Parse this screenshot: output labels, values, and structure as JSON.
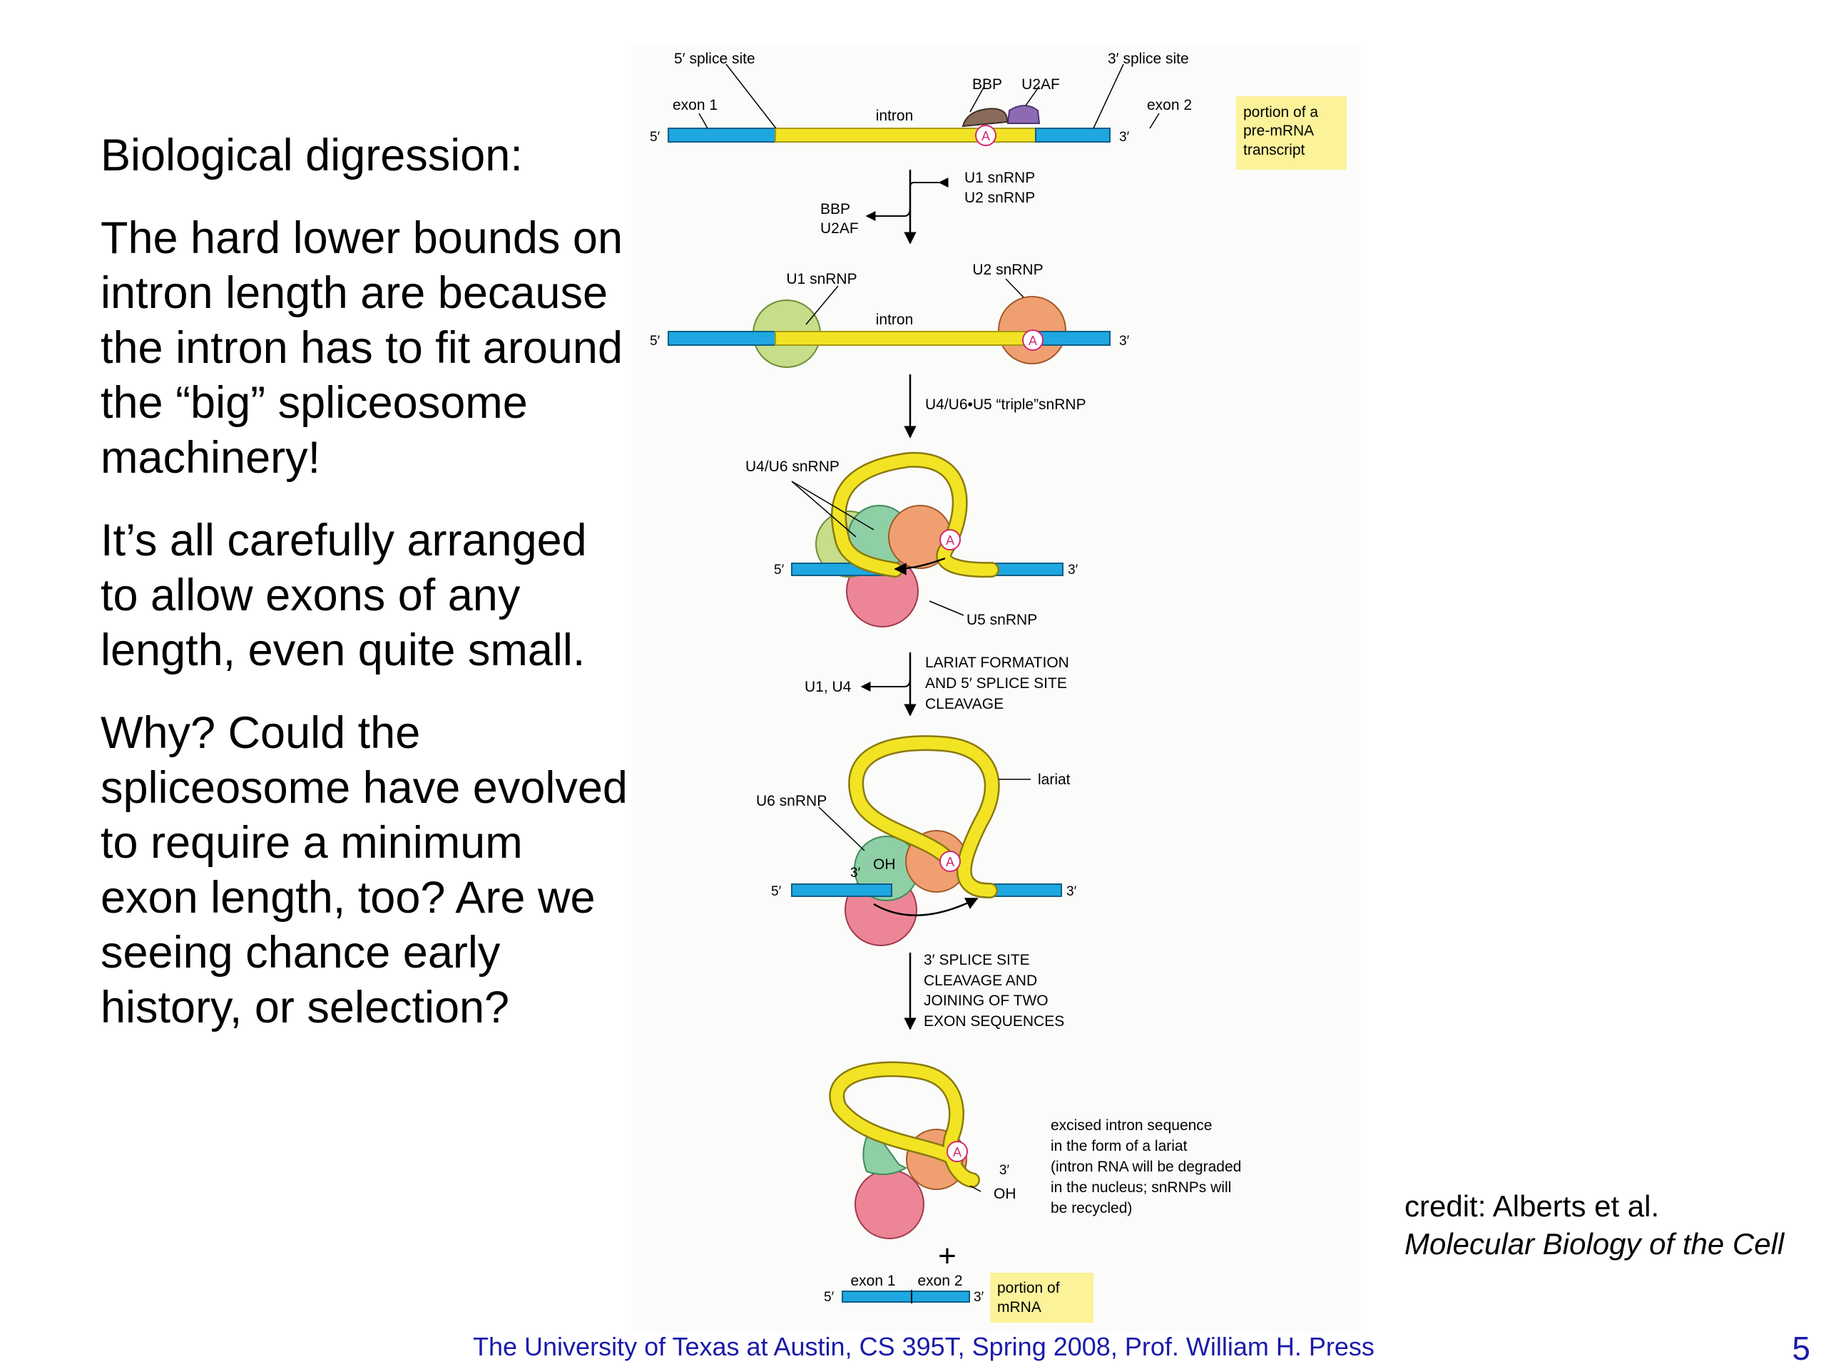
{
  "left": {
    "heading": "Biological digression:",
    "p1": "The hard lower bounds on intron length are because the intron has to fit around the “big” spliceosome machinery!",
    "p2": "It’s all carefully arranged to allow exons of any length, even quite small.",
    "p3": "Why?  Could the spliceosome have evolved to require a minimum exon length, too?  Are we seeing chance early history, or selection?"
  },
  "figure": {
    "splice5": "5′ splice site",
    "splice3": "3′ splice site",
    "bbp": "BBP",
    "u2af": "U2AF",
    "exon1": "exon 1",
    "exon2": "exon 2",
    "intron": "intron",
    "five": "5′",
    "three": "3′",
    "branch_a": "A",
    "box1_l1": "portion of a",
    "box1_l2": "pre-mRNA",
    "box1_l3": "transcript",
    "step1_in1": "U1 snRNP",
    "step1_in2": "U2 snRNP",
    "step1_out1": "BBP",
    "step1_out2": "U2AF",
    "u1snrnp": "U1 snRNP",
    "u2snrnp": "U2 snRNP",
    "step2": "U4/U6•U5 “triple”snRNP",
    "u4u6": "U4/U6 snRNP",
    "u5": "U5 snRNP",
    "step3_l1": "LARIAT FORMATION",
    "step3_l2": "AND 5′ SPLICE SITE",
    "step3_l3": "CLEAVAGE",
    "step3_out": "U1, U4",
    "lariat": "lariat",
    "u6": "U6 snRNP",
    "oh": "OH",
    "step4_l1": "3′ SPLICE SITE",
    "step4_l2": "CLEAVAGE AND",
    "step4_l3": "JOINING OF TWO",
    "step4_l4": "EXON SEQUENCES",
    "excised_l1": "excised intron sequence",
    "excised_l2": "in the form of a lariat",
    "excised_l3": "(intron RNA will be degraded",
    "excised_l4": "in the nucleus; snRNPs will",
    "excised_l5": "be recycled)",
    "plus": "+",
    "box2_l1": "portion of",
    "box2_l2": "mRNA"
  },
  "credit": {
    "line1": "credit: Alberts et al.",
    "line2": "Molecular Biology of the Cell"
  },
  "footer": "The University of Texas at Austin, CS 395T, Spring 2008, Prof. William H. Press",
  "page_number": "5",
  "colors": {
    "exon": "#1ea7e1",
    "intron": "#f2e424",
    "u1": "#c6dd8a",
    "u2": "#f0a070",
    "u5": "#ec8696",
    "u6": "#8fcfa6",
    "bbp": "#8a6a5a",
    "u2af": "#8d6ab3",
    "label_box": "#fbf29a",
    "footer": "#1a1aaa"
  }
}
